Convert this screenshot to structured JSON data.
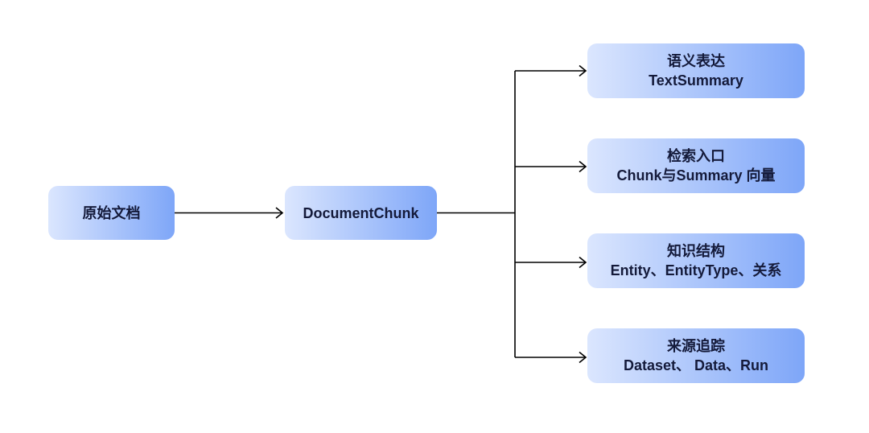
{
  "source_node": {
    "label": "原始文档"
  },
  "chunk_node": {
    "label": "DocumentChunk"
  },
  "outputs": [
    {
      "line1": "语义表达",
      "line2": "TextSummary"
    },
    {
      "line1": "检索入口",
      "line2": "Chunk与Summary 向量"
    },
    {
      "line1": "知识结构",
      "line2": "Entity、EntityType、关系"
    },
    {
      "line1": "来源追踪",
      "line2": "Dataset、 Data、Run"
    }
  ],
  "colors": {
    "node_gradient_start": "#dbe6fe",
    "node_gradient_end": "#7ea6f8",
    "text": "#141a3a",
    "connector": "#000000"
  }
}
